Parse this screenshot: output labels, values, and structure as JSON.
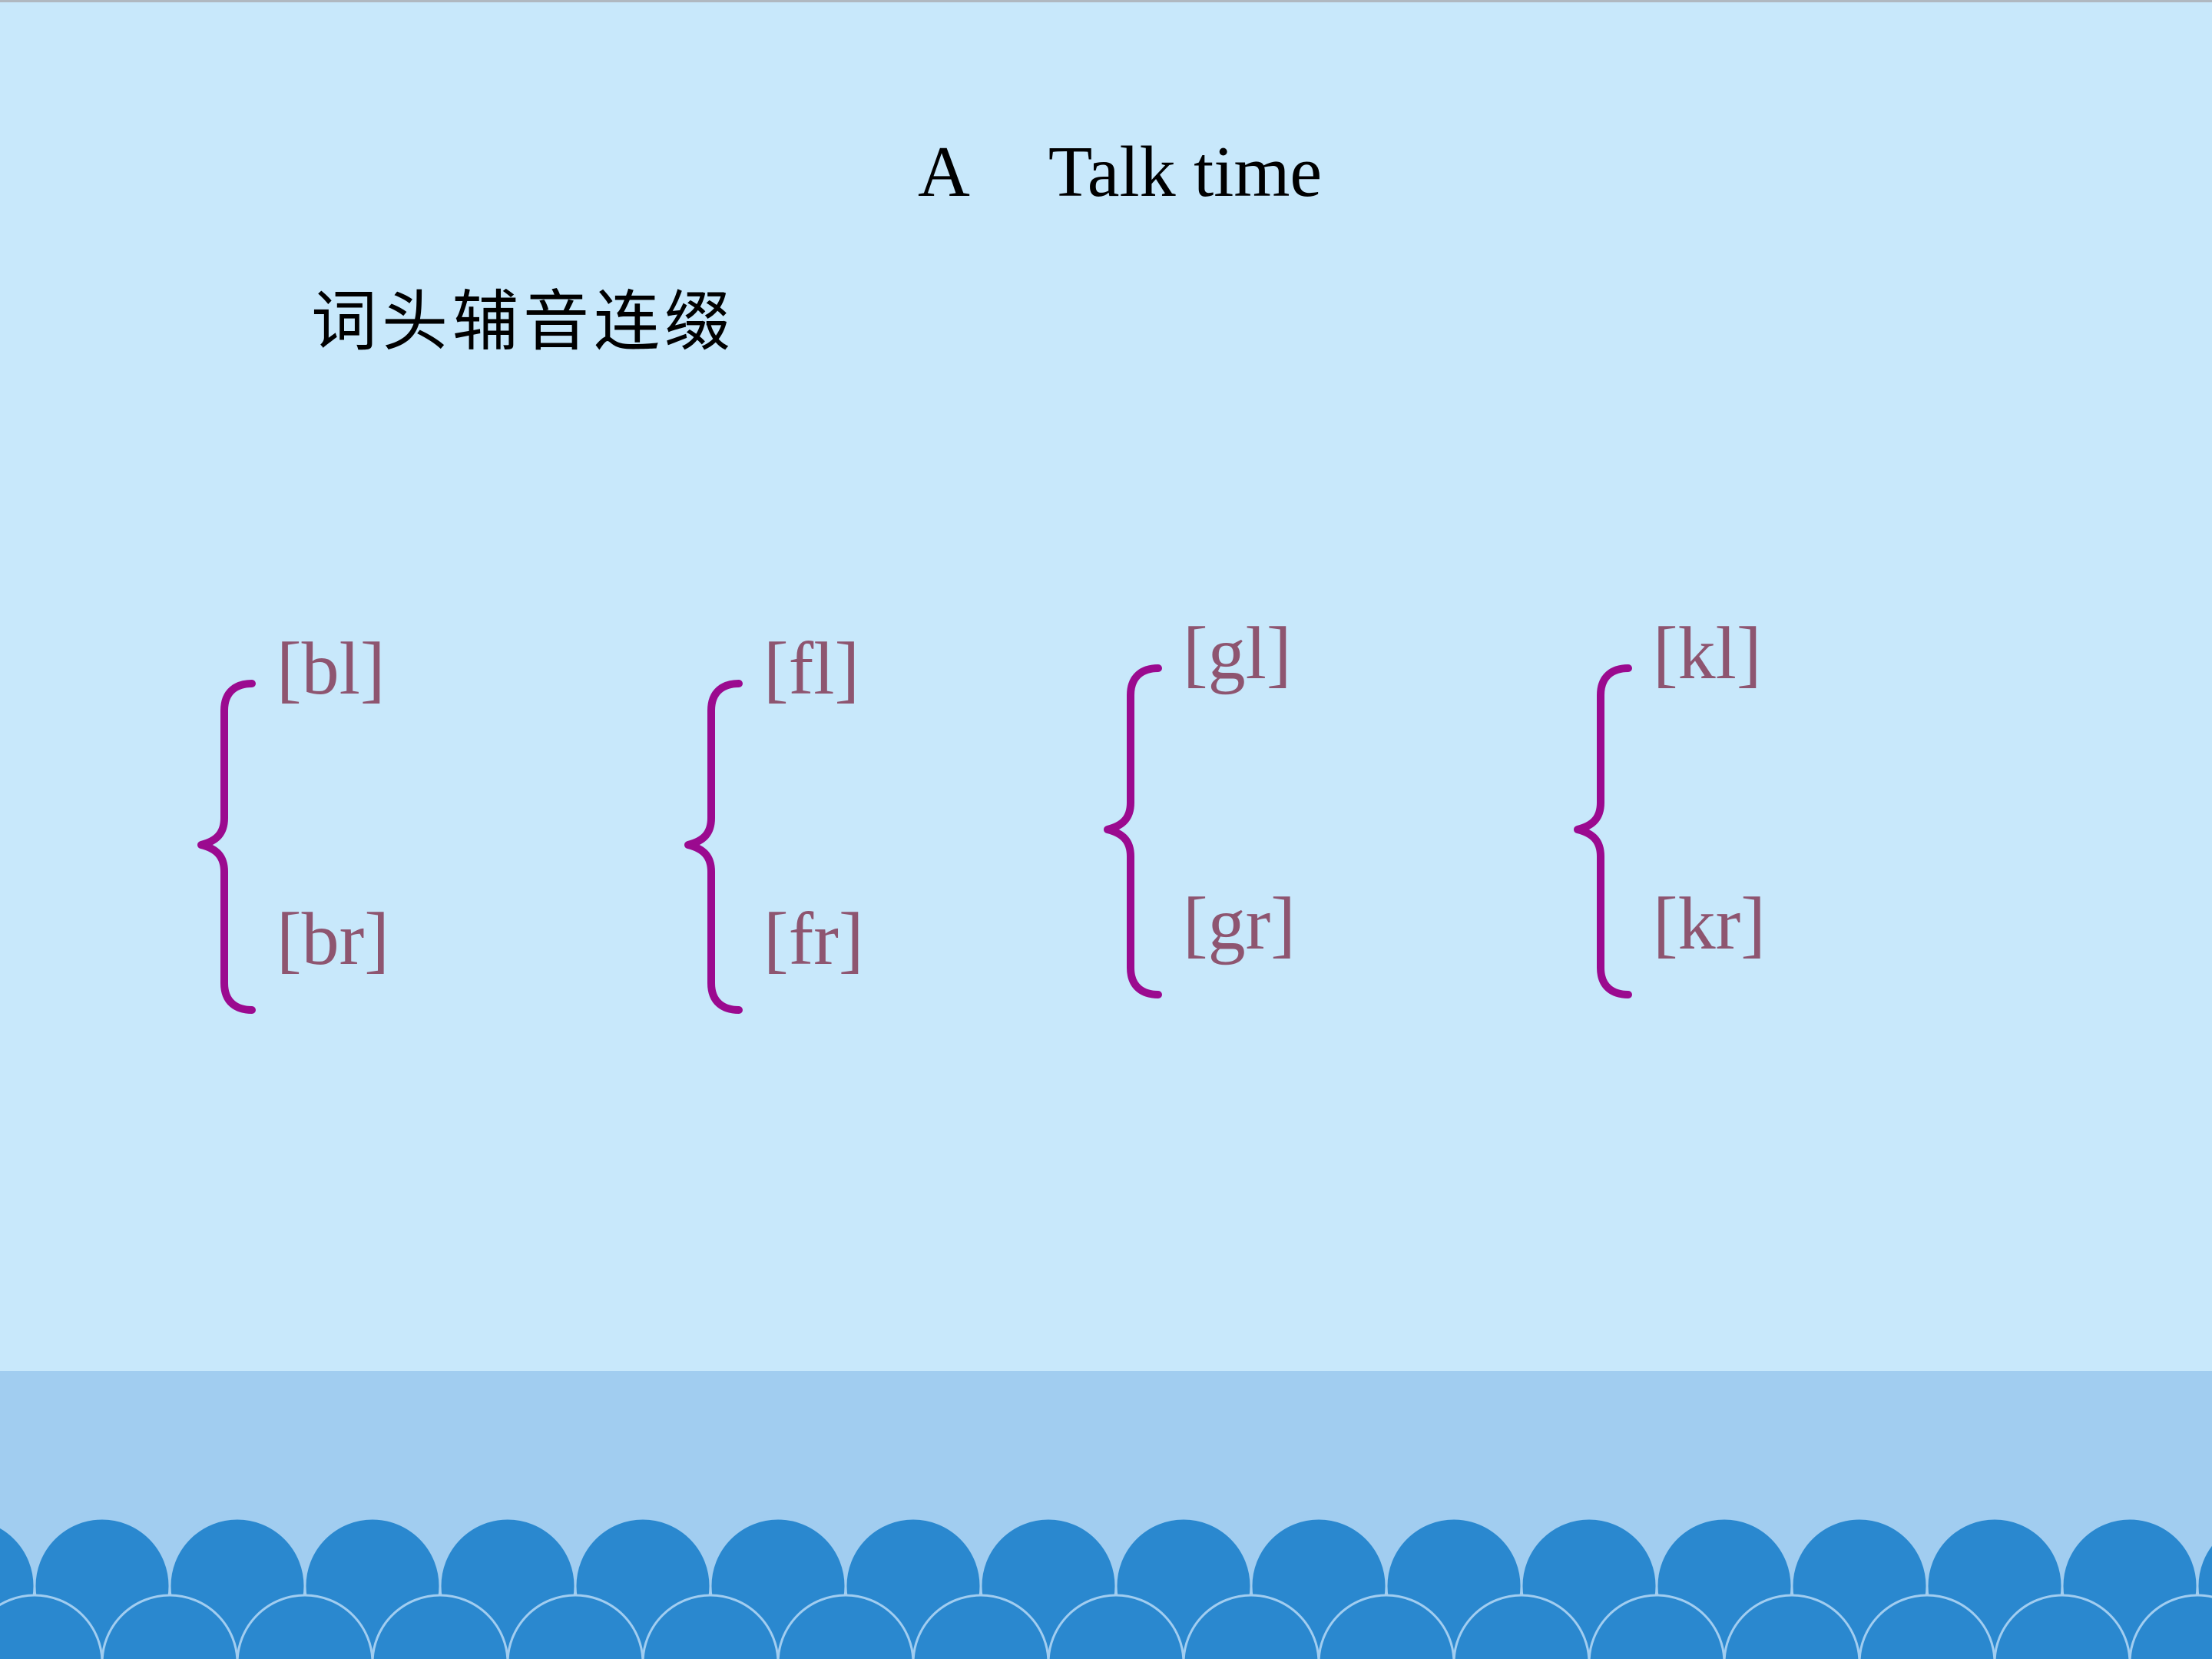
{
  "slide": {
    "title_letter": "A",
    "title_text": "Talk time",
    "subtitle": "词头辅音连缀"
  },
  "groups": [
    {
      "top": "[bl]",
      "bottom": "[br]"
    },
    {
      "top": "[fl]",
      "bottom": "[fr]"
    },
    {
      "top": "[gl]",
      "bottom": "[gr]"
    },
    {
      "top": "[kl]",
      "bottom": "[kr]"
    }
  ],
  "colors": {
    "background": "#c8e8fb",
    "brace": "#9b0a8f",
    "phonetic_text": "#8e5570",
    "wave_band": "#a1cdf0",
    "scallop": "#2a88cf"
  }
}
